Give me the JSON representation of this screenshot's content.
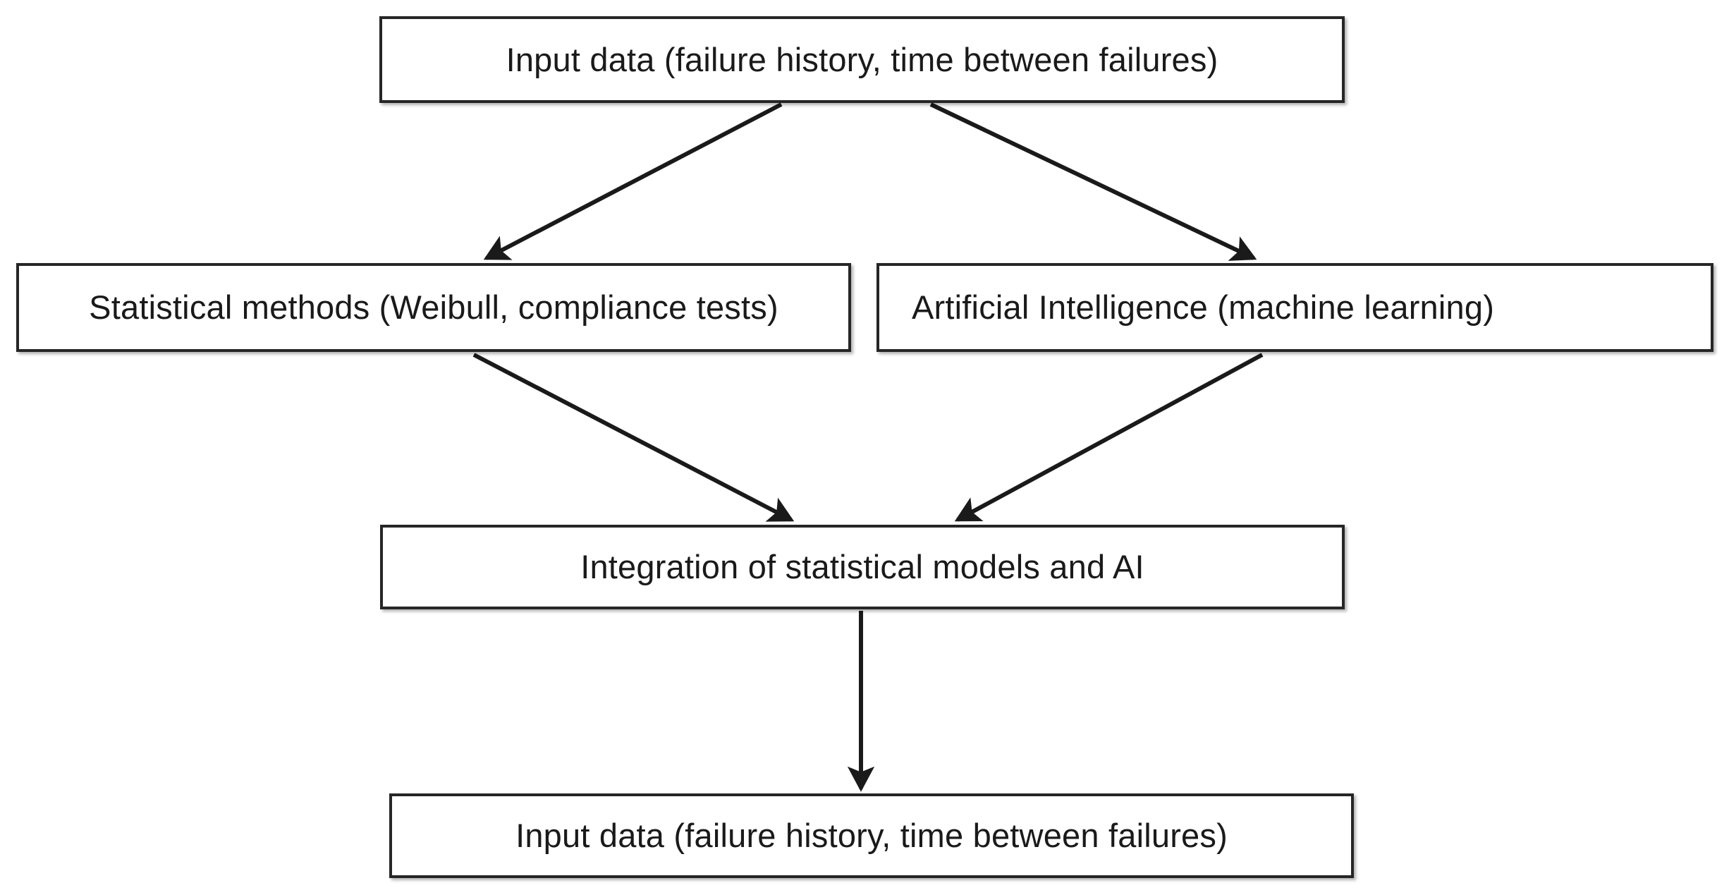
{
  "diagram": {
    "title": "Integration of statistical models and AI flowchart",
    "background_color": "#ffffff",
    "line_color": "#262626",
    "text_color": "#1a1a1a",
    "nodes": [
      {
        "id": "input-top",
        "label": "Input data (failure history, time between failures)",
        "shape": "rectangle",
        "align": "center"
      },
      {
        "id": "statistical",
        "label": "Statistical methods (Weibull, compliance tests)",
        "shape": "rectangle",
        "align": "center"
      },
      {
        "id": "ai",
        "label": "Artificial Intelligence (machine learning)",
        "shape": "rectangle",
        "align": "left"
      },
      {
        "id": "integration",
        "label": "Integration of statistical models and AI",
        "shape": "rectangle",
        "align": "center"
      },
      {
        "id": "output",
        "label": "Input data (failure history, time between failures)",
        "shape": "rectangle",
        "align": "center"
      }
    ],
    "edges": [
      {
        "id": "edge-input-to-statistical",
        "from": "input-top",
        "to": "statistical",
        "style": "solid",
        "arrowhead": "filled-triangle"
      },
      {
        "id": "edge-input-to-ai",
        "from": "input-top",
        "to": "ai",
        "style": "solid",
        "arrowhead": "filled-triangle"
      },
      {
        "id": "edge-statistical-to-integration",
        "from": "statistical",
        "to": "integration",
        "style": "solid",
        "arrowhead": "filled-triangle"
      },
      {
        "id": "edge-ai-to-integration",
        "from": "ai",
        "to": "integration",
        "style": "solid",
        "arrowhead": "filled-triangle"
      },
      {
        "id": "edge-integration-to-output",
        "from": "integration",
        "to": "output",
        "style": "solid",
        "arrowhead": "filled-triangle"
      }
    ]
  }
}
